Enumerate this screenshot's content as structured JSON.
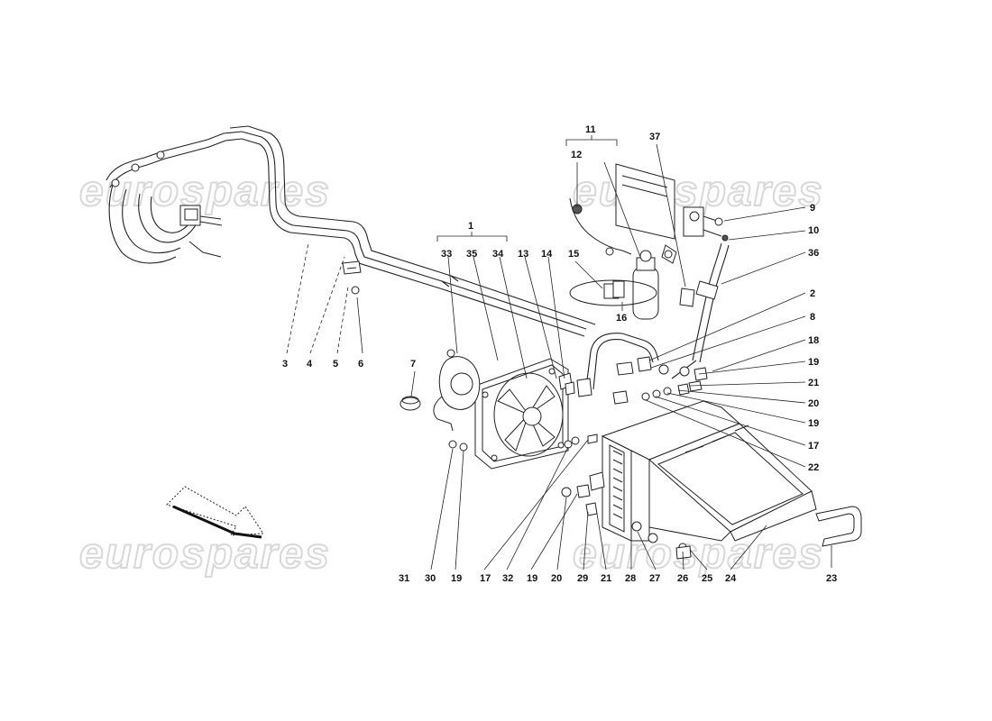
{
  "watermark": "eurospares",
  "callouts": {
    "c1": "1",
    "c2": "2",
    "c3": "3",
    "c4": "4",
    "c5": "5",
    "c6": "6",
    "c7": "7",
    "c8": "8",
    "c9": "9",
    "c10": "10",
    "c11": "11",
    "c12": "12",
    "c13": "13",
    "c14": "14",
    "c15": "15",
    "c16": "16",
    "c17a": "17",
    "c17b": "17",
    "c18": "18",
    "c19a": "19",
    "c19b": "19",
    "c19c": "19",
    "c19d": "19",
    "c20a": "20",
    "c20b": "20",
    "c21a": "21",
    "c21b": "21",
    "c22": "22",
    "c23": "23",
    "c24": "24",
    "c25": "25",
    "c26": "26",
    "c27": "27",
    "c28": "28",
    "c29": "29",
    "c30": "30",
    "c31": "31",
    "c32": "32",
    "c33": "33",
    "c34": "34",
    "c35": "35",
    "c36": "36",
    "c37": "37"
  }
}
